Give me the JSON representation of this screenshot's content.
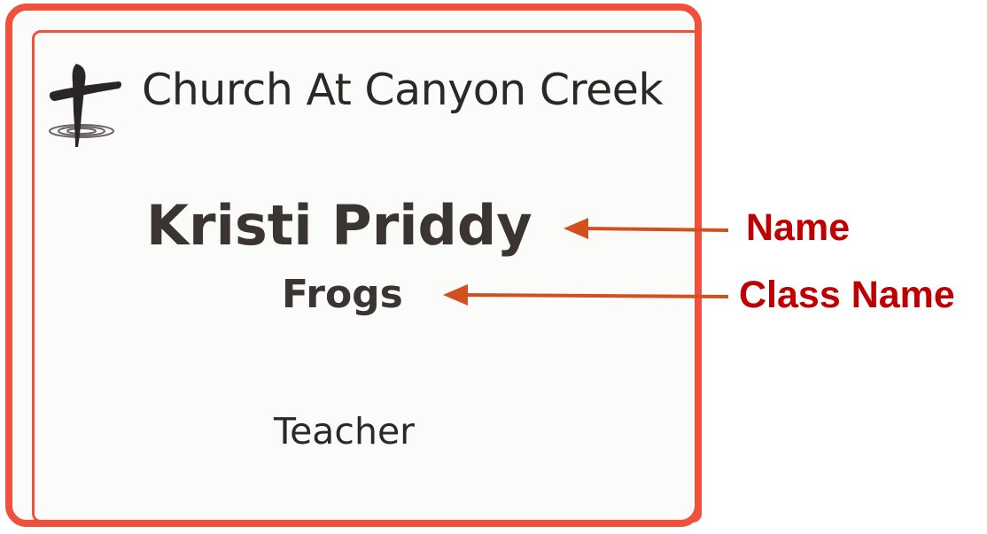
{
  "badge": {
    "organization": "Church At Canyon Creek",
    "person_name": "Kristi Priddy",
    "class_name": "Frogs",
    "role": "Teacher",
    "border_color": "#f0503c",
    "logo_icon": "cross-ripple-logo"
  },
  "annotations": {
    "name_label": "Name",
    "class_name_label": "Class Name",
    "label_color": "#c00000",
    "arrow_color": "#d2501e"
  }
}
